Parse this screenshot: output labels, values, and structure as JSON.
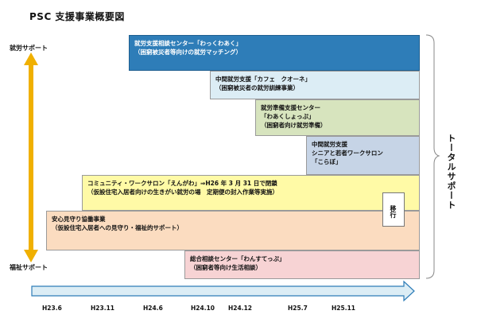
{
  "title": "PSC 支援事業概要図",
  "side_labels": {
    "top": "就労サポート",
    "bottom": "福祉サポート"
  },
  "total_support": "トータルサポート",
  "transition_label": "移行",
  "boxes": [
    {
      "lines": [
        "就労支援相談センター「わっくわあく」",
        "（困窮被災者等向けの就労マッチング）"
      ]
    },
    {
      "lines": [
        "中間就労支援「カフェ　クオーネ」",
        "（困窮被災者の就労訓練事業）"
      ]
    },
    {
      "lines": [
        "就労準備支援センター",
        "「わあくしょっぷ」",
        "（困窮者向け就労準備）"
      ]
    },
    {
      "lines": [
        "中間就労支援",
        "シニアと若者ワークサロン",
        "「こらぼ」"
      ]
    },
    {
      "lines": [
        "コミュニティ・ワークサロン「えんがわ」⇒H26 年 3 月 31 日で閉鎖",
        "（仮設住宅入居者向けの生きがい就労の場　定期便の封入作業等実施）"
      ]
    },
    {
      "lines": [
        "安心見守り協働事業",
        "（仮設住宅入居者への見守り・福祉的サポート）"
      ]
    },
    {
      "lines": [
        "総合相談センター「わんすてっぷ」",
        "（困窮者等向け生活相談）"
      ]
    }
  ],
  "timeline": [
    "H23.6",
    "H23.11",
    "H24.6",
    "H24.10",
    "H24.12",
    "H25.7",
    "H25.11"
  ],
  "colors": {
    "blue": "#2e7db8",
    "light_blue": "#dcedf5",
    "green": "#d7e4be",
    "steel": "#c6d4e6",
    "yellow": "#fffaa6",
    "peach": "#fbdcc0",
    "pink": "#f7d3d4",
    "axis_arrow": "#2e7db8",
    "vertical_arrow": "#f0b000"
  }
}
